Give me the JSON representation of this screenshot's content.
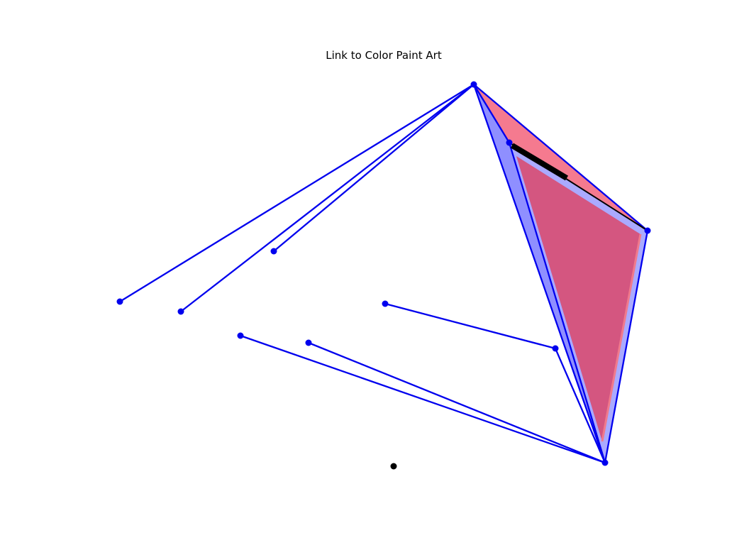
{
  "title": "Link to Color Paint Art",
  "colors": {
    "edge": "#0000ee",
    "node": "#0000ee",
    "fill_red": "#ee2244",
    "fill_blue": "#4444ff",
    "fill_magenta": "#d45680",
    "outline_lavender": "#aaaaff",
    "target_edge": "#000000",
    "cursor": "#000000"
  },
  "graph": {
    "nodes": [
      {
        "id": "apex"
      },
      {
        "id": "right"
      },
      {
        "id": "bottom"
      },
      {
        "id": "inner"
      },
      {
        "id": "mid-right"
      },
      {
        "id": "center"
      },
      {
        "id": "far-left"
      },
      {
        "id": "left"
      },
      {
        "id": "upper-left"
      },
      {
        "id": "lower-left-1"
      },
      {
        "id": "lower-left-2"
      }
    ],
    "edges": [
      [
        "apex",
        "far-left"
      ],
      [
        "apex",
        "left"
      ],
      [
        "apex",
        "upper-left"
      ],
      [
        "apex",
        "right"
      ],
      [
        "apex",
        "bottom"
      ],
      [
        "apex",
        "inner"
      ],
      [
        "inner",
        "bottom"
      ],
      [
        "right",
        "bottom"
      ],
      [
        "center",
        "mid-right"
      ],
      [
        "mid-right",
        "bottom"
      ],
      [
        "lower-left-1",
        "bottom"
      ],
      [
        "lower-left-2",
        "bottom"
      ]
    ],
    "highlighted_edge": [
      "inner",
      "right"
    ],
    "cursor_node": "cursor"
  }
}
